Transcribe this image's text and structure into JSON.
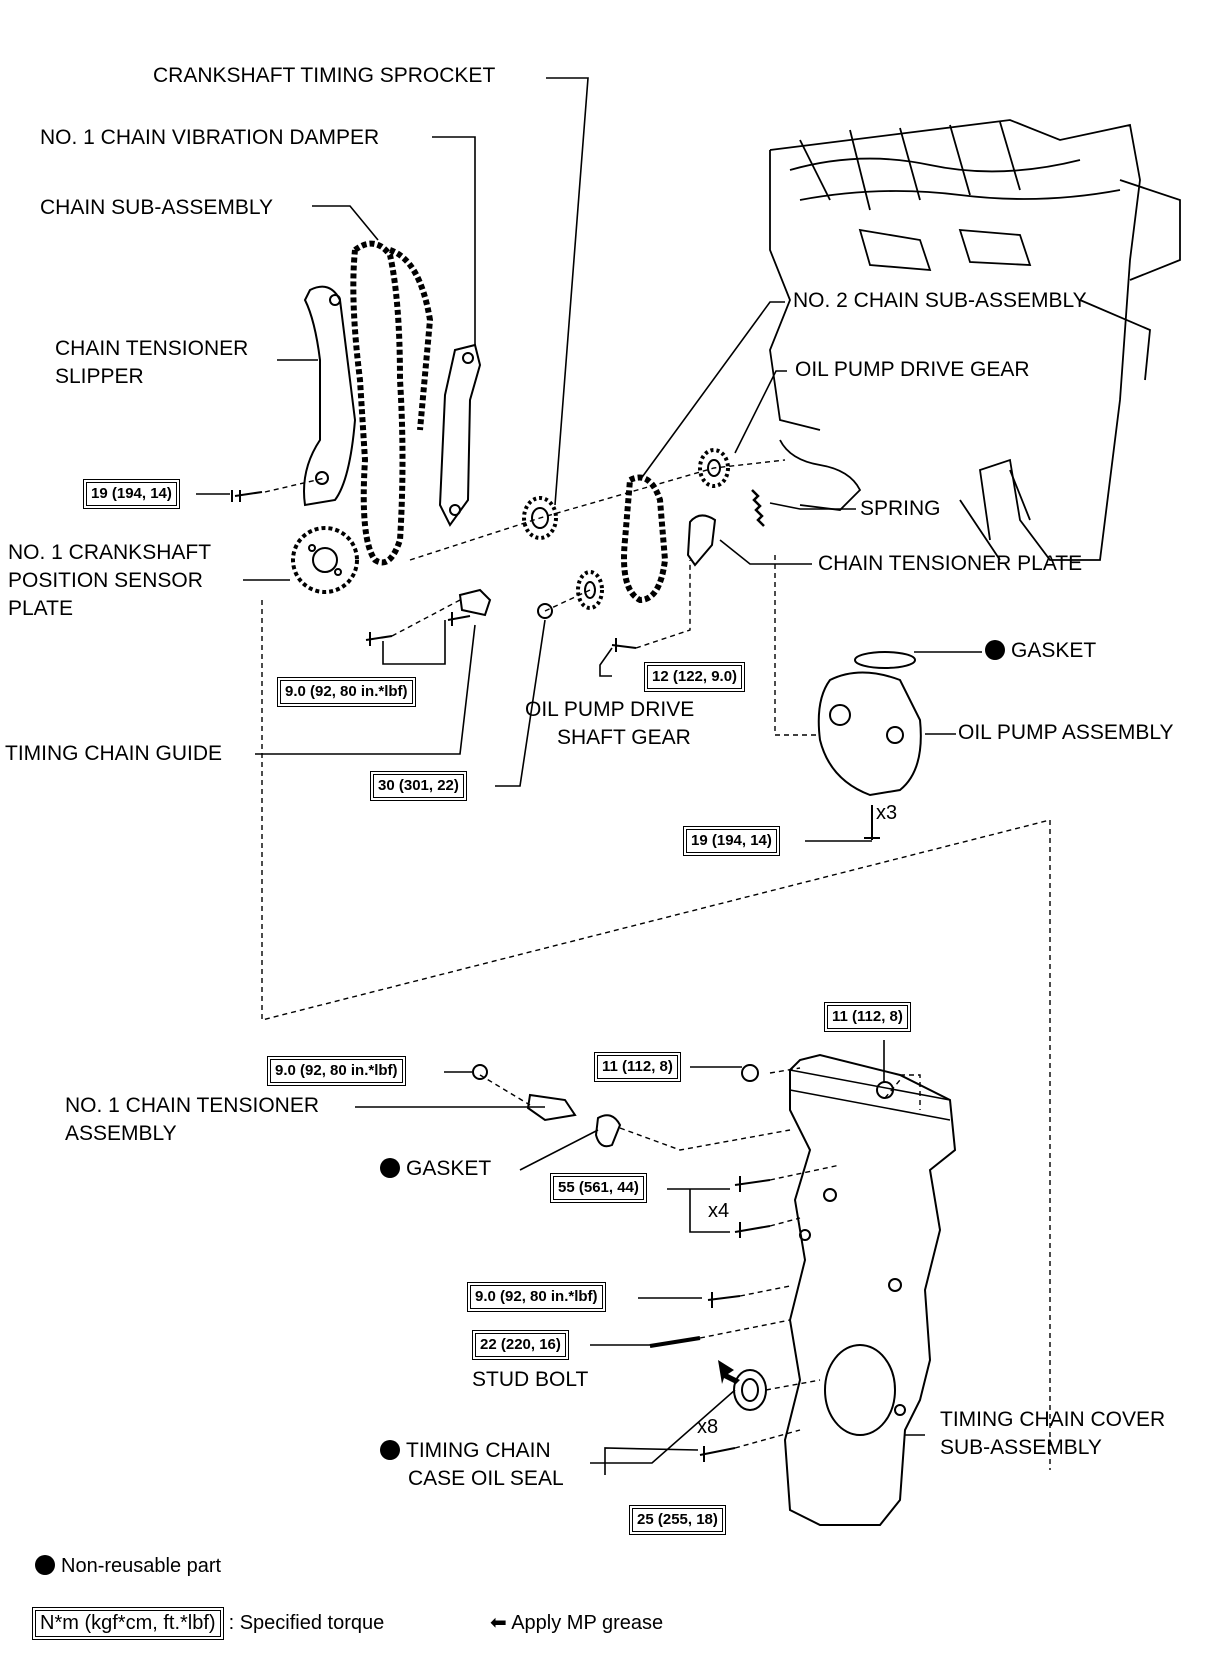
{
  "labels": {
    "crankshaft_timing_sprocket": "CRANKSHAFT TIMING SPROCKET",
    "no1_chain_vibration_damper": "NO. 1 CHAIN VIBRATION DAMPER",
    "chain_sub_assembly": "CHAIN SUB-ASSEMBLY",
    "chain_tensioner_slipper_1": "CHAIN TENSIONER",
    "chain_tensioner_slipper_2": "SLIPPER",
    "no1_crank_sensor_plate_1": "NO. 1 CRANKSHAFT",
    "no1_crank_sensor_plate_2": "POSITION SENSOR",
    "no1_crank_sensor_plate_3": "PLATE",
    "timing_chain_guide": "TIMING CHAIN GUIDE",
    "no2_chain_sub_assembly": "NO. 2 CHAIN SUB-ASSEMBLY",
    "oil_pump_drive_gear": "OIL PUMP DRIVE GEAR",
    "spring": "SPRING",
    "chain_tensioner_plate": "CHAIN TENSIONER PLATE",
    "gasket_top": "GASKET",
    "oil_pump_assembly": "OIL PUMP ASSEMBLY",
    "oil_pump_drive_shaft_gear_1": "OIL PUMP DRIVE",
    "oil_pump_drive_shaft_gear_2": "SHAFT GEAR",
    "no1_chain_tensioner_assembly_1": "NO. 1 CHAIN TENSIONER",
    "no1_chain_tensioner_assembly_2": "ASSEMBLY",
    "gasket_bottom": "GASKET",
    "stud_bolt": "STUD BOLT",
    "timing_chain_case_oil_seal_1": "TIMING CHAIN",
    "timing_chain_case_oil_seal_2": "CASE OIL SEAL",
    "timing_chain_cover_1": "TIMING CHAIN COVER",
    "timing_chain_cover_2": "SUB-ASSEMBLY"
  },
  "torques": {
    "slipper_bolt": "19 (194, 14)",
    "guide_bolts": "9.0 (92, 80 in.*lbf)",
    "drive_gear_nut": "30 (301, 22)",
    "tensioner_plate_bolt": "12 (122, 9.0)",
    "oil_pump_bolts": "19 (194, 14)",
    "cover_top_nut": "11 (112, 8)",
    "cover_nut": "11 (112, 8)",
    "tensioner_nut": "9.0 (92, 80 in.*lbf)",
    "cover_bolts_55": "55 (561, 44)",
    "cover_bolt_9": "9.0 (92, 80 in.*lbf)",
    "stud_bolt": "22 (220, 16)",
    "cover_bolts_25": "25 (255, 18)"
  },
  "quantities": {
    "oil_pump_bolts": "x3",
    "cover_bolts_55": "x4",
    "cover_bolts_25": "x8"
  },
  "legend": {
    "non_reusable": "Non-reusable part",
    "torque_unit": "N*m (kgf*cm, ft.*lbf)",
    "torque_desc": ": Specified torque",
    "grease": "Apply MP grease"
  }
}
